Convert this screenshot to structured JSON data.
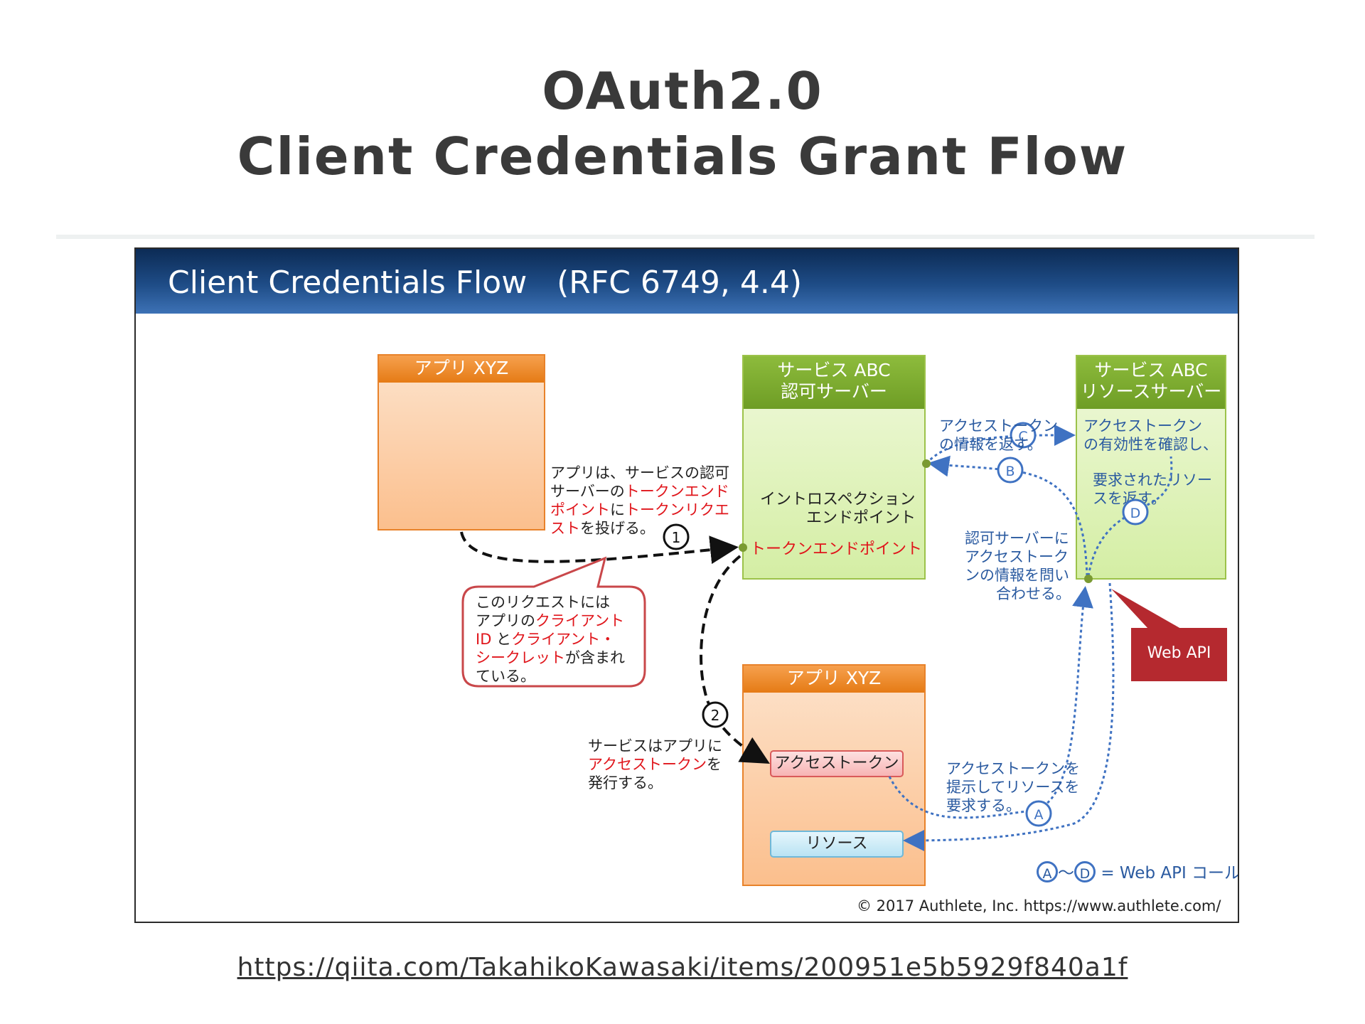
{
  "slide": {
    "title_line1": "OAuth2.0",
    "title_line2": "Client Credentials Grant Flow",
    "url": "https://qiita.com/TakahikoKawasaki/items/200951e5b5929f840a1f"
  },
  "figure": {
    "header": "Client Credentials Flow   (RFC 6749, 4.4)",
    "app_top": {
      "title": "アプリ XYZ"
    },
    "auth_server": {
      "title_line1": "サービス ABC",
      "title_line2": "認可サーバー",
      "introspection_line1": "イントロスペクション",
      "introspection_line2": "エンドポイント",
      "token_endpoint": "トークンエンドポイント"
    },
    "resource_server": {
      "title_line1": "サービス ABC",
      "title_line2": "リソースサーバー",
      "note_line1": "アクセストークン",
      "note_line2": "の有効性を確認し、",
      "note_line3": "要求されたリソー",
      "note_line4": "スを返す。"
    },
    "app_bottom": {
      "title": "アプリ XYZ",
      "access_token": "アクセストークン",
      "resource": "リソース"
    },
    "step1": {
      "marker": "1",
      "line1": "アプリは、サービスの認可",
      "line2_a": "サーバーの",
      "line2_b": "トークンエンド",
      "line3_a": "ポイント",
      "line3_b": "に",
      "line3_c": "トークンリクエ",
      "line4_a": "スト",
      "line4_b": "を投げる。"
    },
    "callout": {
      "line1": "このリクエストには",
      "line2_a": "アプリの",
      "line2_b": "クライアント",
      "line3_a": "ID",
      "line3_b": " と",
      "line3_c": "クライアント・",
      "line4_a": "シークレット",
      "line4_b": "が含まれ",
      "line5": "ている。"
    },
    "step2": {
      "marker": "2",
      "line1": "サービスはアプリに",
      "line2_a": "アクセストークン",
      "line2_b": "を",
      "line3": "発行する。"
    },
    "stepA": {
      "marker": "A",
      "line1": "アクセストークンを",
      "line2": "提示してリソースを",
      "line3": "要求する。"
    },
    "stepB": {
      "marker": "B",
      "line1": "認可サーバーに",
      "line2": "アクセストーク",
      "line3": "ンの情報を問い",
      "line4": "合わせる。"
    },
    "stepC": {
      "marker": "C",
      "line1": "アクセストークン",
      "line2": "の情報を返す。"
    },
    "stepD": {
      "marker": "D"
    },
    "web_api": "Web API",
    "legend": {
      "from": "A",
      "tilde": "～",
      "to": "D",
      "text": "= Web API コール"
    },
    "copyright": "© 2017 Authlete, Inc.  https://www.authlete.com/"
  },
  "colors": {
    "header_dark": "#0c2b55",
    "red_text": "#e0151b",
    "blue_text": "#2a5aa0",
    "web_api": "#b5292f"
  }
}
